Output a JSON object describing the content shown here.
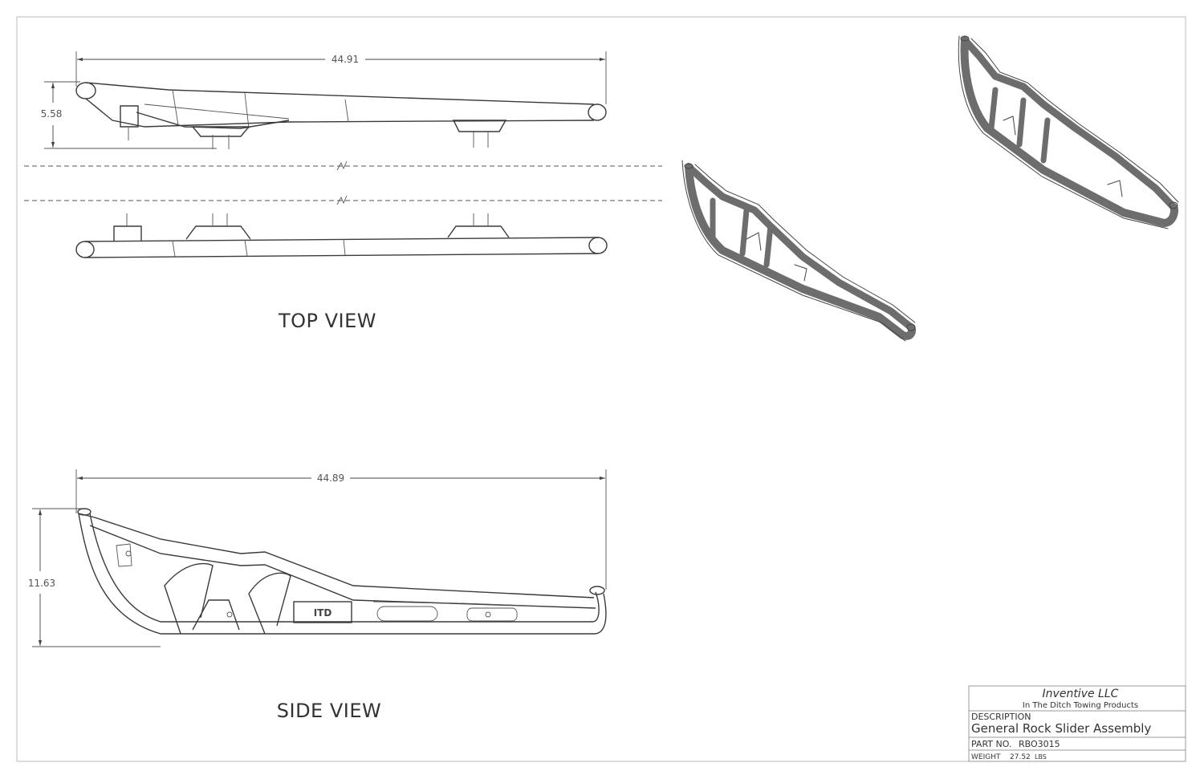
{
  "drawing": {
    "top_view": {
      "label": "TOP VIEW",
      "dim_width": "44.91",
      "dim_height": "5.58"
    },
    "side_view": {
      "label": "SIDE VIEW",
      "dim_width": "44.89",
      "dim_height": "11.63"
    }
  },
  "title_block": {
    "company": "Inventive LLC",
    "subtitle": "In The Ditch Towing Products",
    "description_label": "DESCRIPTION",
    "description": "General Rock Slider Assembly",
    "part_no_label": "PART  NO.",
    "part_no": "RBO3015",
    "weight_label": "WEIGHT",
    "weight_value": "27.52",
    "weight_unit": "LBS"
  },
  "colors": {
    "line": "#3a3a3a",
    "iso_tube": "#6d6d6d"
  }
}
